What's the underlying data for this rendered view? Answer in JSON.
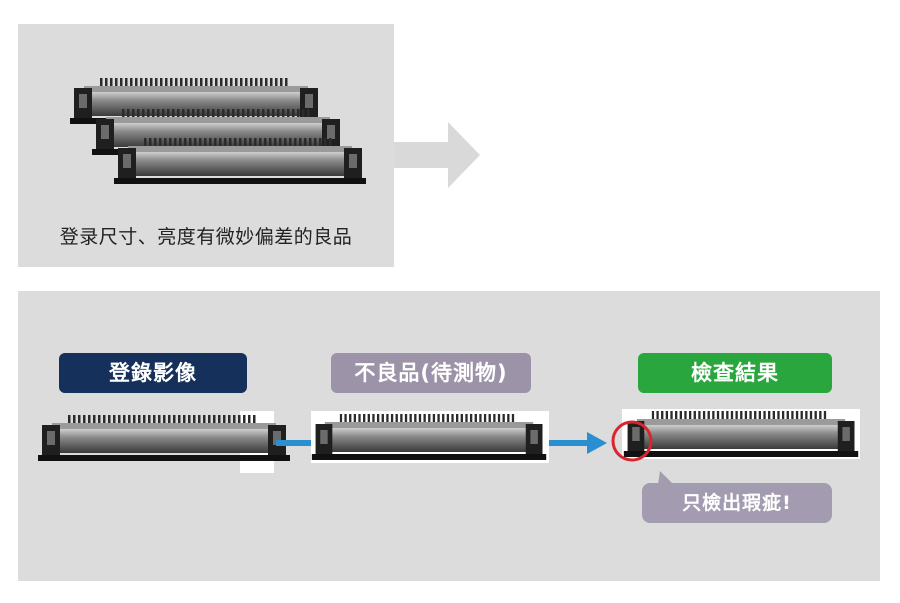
{
  "top_panel": {
    "caption": "登录尺寸、亮度有微妙偏差的良品"
  },
  "steps": {
    "registered": "登錄影像",
    "defective": "不良品(待測物)",
    "result": "檢查結果"
  },
  "result_bubble": "只檢出瑕疵!",
  "colors": {
    "navy": "#15305a",
    "grey_purple": "#9d93a9",
    "green": "#2aa63e",
    "connector_blue": "#2a8fd0",
    "highlight_red": "#d8262e",
    "panel_grey": "#dcdcdc"
  }
}
